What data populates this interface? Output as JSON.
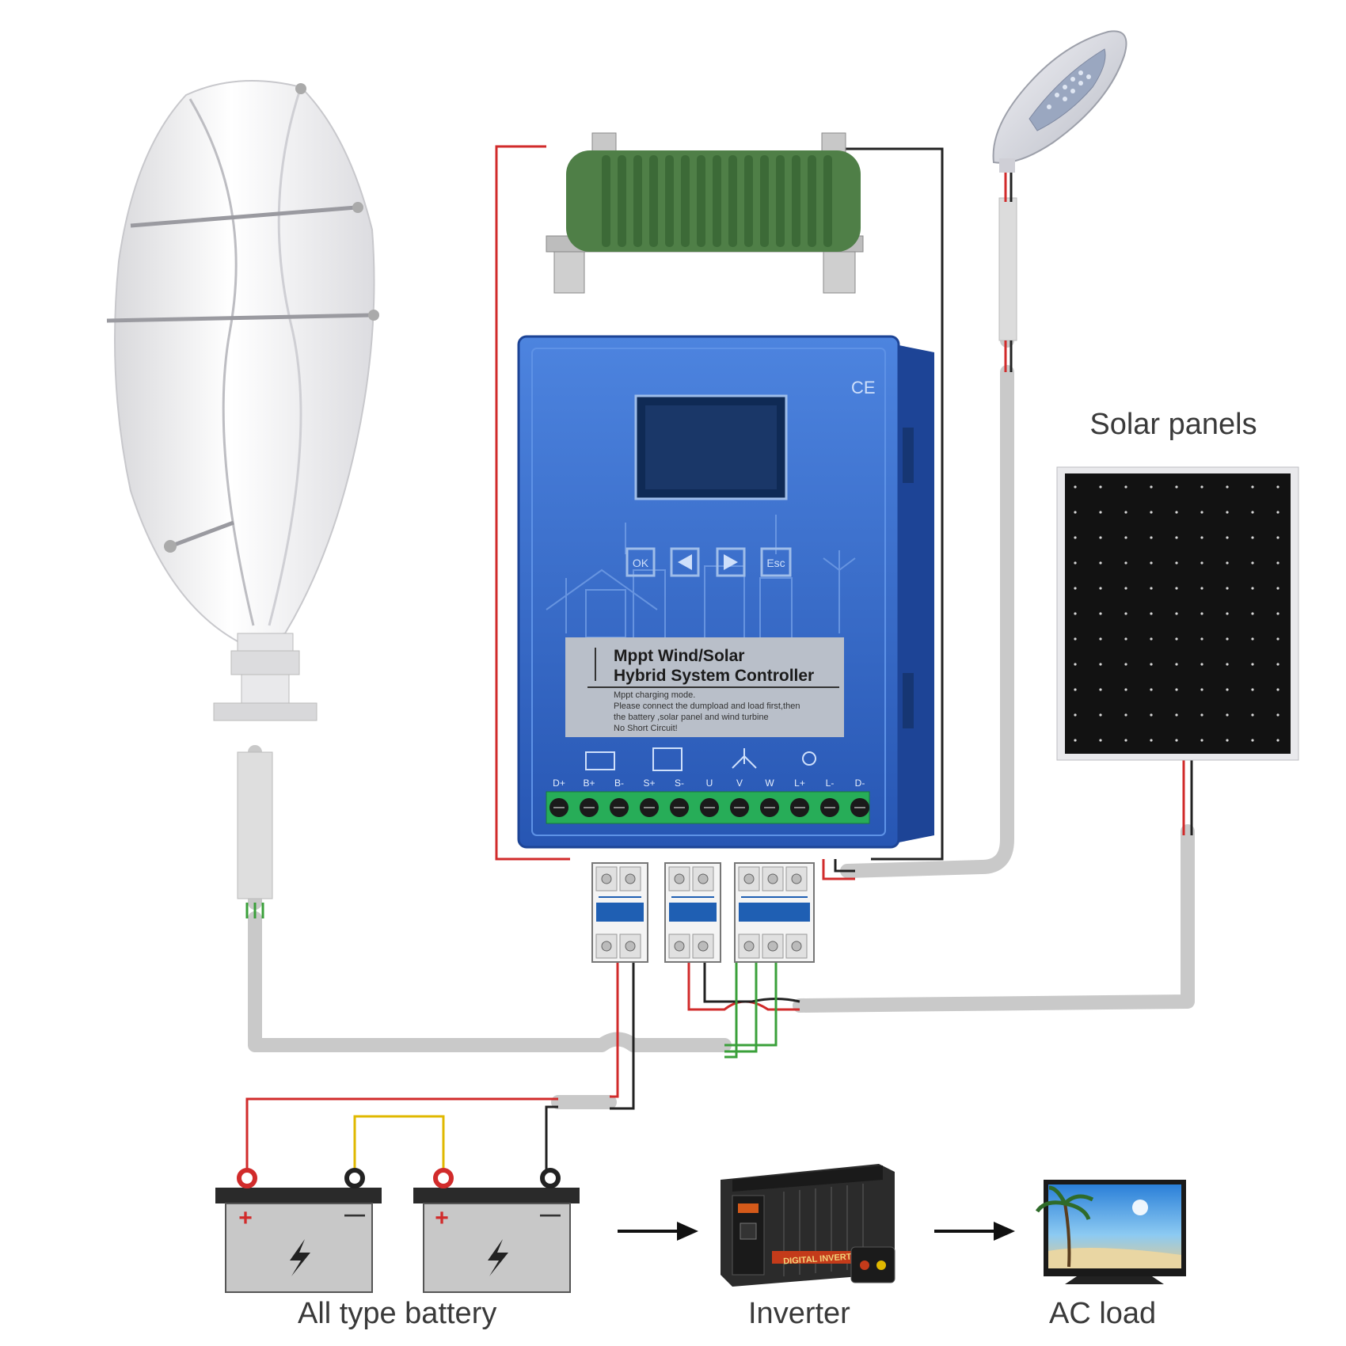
{
  "labels": {
    "solar_panels": "Solar panels",
    "battery": "All type battery",
    "inverter": "Inverter",
    "ac_load": "AC load"
  },
  "controller": {
    "title_line1": "Mppt Wind/Solar",
    "title_line2": "Hybrid System Controller",
    "notes": [
      "Mppt charging mode.",
      "Please connect the dumpload and load first,then",
      "the battery ,solar panel and wind turbine",
      "No Short Circuit!"
    ],
    "ce_mark": "CE",
    "buttons": [
      "OK",
      "◀",
      "▶",
      "Esc"
    ],
    "terminals": [
      "D+",
      "B+",
      "B-",
      "S+",
      "S-",
      "U",
      "V",
      "W",
      "L+",
      "L-",
      "D-"
    ]
  },
  "battery_signs": {
    "plus": "+",
    "minus": "—"
  },
  "inverter_brand": "DIGITAL INVERTER",
  "colors": {
    "controller_blue": "#2f63c4",
    "controller_dark": "#1d4496",
    "resistor_green": "#4a7b45",
    "wire_red": "#d12b2b",
    "wire_black": "#222222",
    "wire_yellow": "#e0b800",
    "wire_green": "#3aa03a",
    "cable_grey": "#c9c9c9"
  },
  "icons": [
    "wind-turbine-icon",
    "resistor-icon",
    "street-lamp-icon",
    "solar-panel-icon",
    "controller-icon",
    "breaker-icon",
    "battery-icon",
    "inverter-icon",
    "tv-icon",
    "arrow-right-icon"
  ]
}
